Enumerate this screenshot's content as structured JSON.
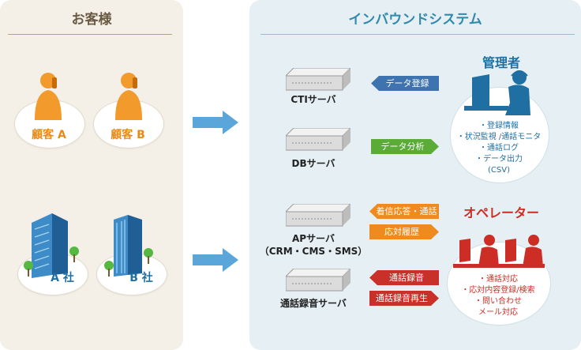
{
  "colors": {
    "orange": "#e88a1a",
    "blue_title": "#2f8aae",
    "blue_tag": "#3d73ae",
    "green_tag": "#5aac36",
    "orange_tag": "#ee8a1e",
    "red_tag": "#c9302a"
  },
  "customers": {
    "title": "お客様",
    "people": [
      {
        "label": "顧客 A"
      },
      {
        "label": "顧客 B"
      }
    ],
    "companies": [
      {
        "label": "A 社"
      },
      {
        "label": "B 社"
      }
    ]
  },
  "system": {
    "title": "インバウンドシステム",
    "servers": [
      {
        "label": "CTIサーバ"
      },
      {
        "label": "DBサーバ"
      },
      {
        "label": "APサーバ",
        "sub": "（CRM・CMS・SMS）"
      },
      {
        "label": "通話録音サーバ"
      }
    ],
    "flows": {
      "data_register": "データ登録",
      "data_analysis": "データ分析",
      "incoming": "着信応答・通話",
      "history": "応対履歴",
      "recording": "通話録音",
      "playback": "通話録音再生"
    },
    "manager": {
      "title": "管理者",
      "items": [
        "・登録情報",
        "・状況監視 /通話モニタ",
        "・通話ログ",
        "・データ出力",
        "(CSV)"
      ]
    },
    "operator": {
      "title": "オペレーター",
      "items": [
        "・通話対応",
        "・応対内容登録/検索",
        "・問い合わせ",
        "メール対応"
      ]
    }
  }
}
